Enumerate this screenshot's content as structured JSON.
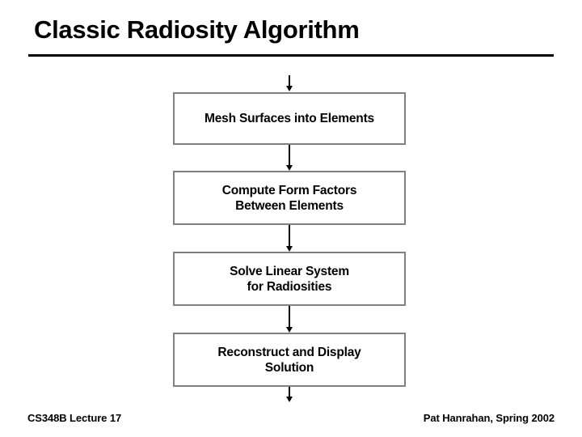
{
  "slide": {
    "title": "Classic Radiosity Algorithm",
    "background_color": "#ffffff",
    "title_color": "#000000",
    "rule_color": "#000000"
  },
  "flowchart": {
    "box_border_color": "#808080",
    "box_fill_color": "#ffffff",
    "arrow_color": "#000000",
    "boxes": [
      {
        "label": "Mesh Surfaces into Elements"
      },
      {
        "label": "Compute Form Factors\nBetween Elements"
      },
      {
        "label": "Solve Linear System\nfor Radiosities"
      },
      {
        "label": "Reconstruct and Display\nSolution"
      }
    ],
    "arrows": [
      {
        "name": "entry-arrow"
      },
      {
        "name": "arrow-box0-to-box1"
      },
      {
        "name": "arrow-box1-to-box2"
      },
      {
        "name": "arrow-box2-to-box3"
      },
      {
        "name": "exit-arrow"
      }
    ]
  },
  "footer": {
    "left": "CS348B Lecture 17",
    "right": "Pat Hanrahan, Spring 2002"
  }
}
